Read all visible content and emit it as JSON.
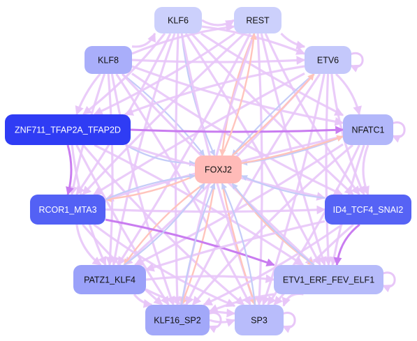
{
  "colors": {
    "edge_default": "#e8c6f8",
    "edge_strong": "#c97cf0",
    "edge_salmon": "#ffc4bc",
    "edge_blue": "#c4ccf8",
    "label_dark": "#111111",
    "label_light": "#ffffff"
  },
  "nodes": [
    {
      "id": "klf6",
      "label": "KLF6",
      "fill": "#ccd0fc",
      "text_color": "#111111"
    },
    {
      "id": "rest",
      "label": "REST",
      "fill": "#ccd0fc",
      "text_color": "#111111"
    },
    {
      "id": "klf8",
      "label": "KLF8",
      "fill": "#a9aefa",
      "text_color": "#111111"
    },
    {
      "id": "etv6",
      "label": "ETV6",
      "fill": "#c4c8fb",
      "text_color": "#111111"
    },
    {
      "id": "znf711",
      "label": "ZNF711_TFAP2A_TFAP2D",
      "fill": "#2f3cf4",
      "text_color": "#ffffff"
    },
    {
      "id": "nfatc1",
      "label": "NFATC1",
      "fill": "#b2b7fa",
      "text_color": "#111111"
    },
    {
      "id": "foxj2",
      "label": "FOXJ2",
      "fill": "#ffbbb8",
      "text_color": "#111111"
    },
    {
      "id": "rcor1",
      "label": "RCOR1_MTA3",
      "fill": "#5361f5",
      "text_color": "#ffffff"
    },
    {
      "id": "id4",
      "label": "ID4_TCF4_SNAI2",
      "fill": "#5663f5",
      "text_color": "#ffffff"
    },
    {
      "id": "patz1",
      "label": "PATZ1_KLF4",
      "fill": "#9aa1f9",
      "text_color": "#111111"
    },
    {
      "id": "etv1",
      "label": "ETV1_ERF_FEV_ELF1",
      "fill": "#b6bbfa",
      "text_color": "#111111"
    },
    {
      "id": "klf16",
      "label": "KLF16_SP2",
      "fill": "#a2a8f9",
      "text_color": "#111111"
    },
    {
      "id": "sp3",
      "label": "SP3",
      "fill": "#b8bcfb",
      "text_color": "#111111"
    }
  ],
  "edges": [
    [
      "klf8",
      "klf6",
      "d"
    ],
    [
      "klf8",
      "rest",
      "d"
    ],
    [
      "klf8",
      "etv6",
      "d"
    ],
    [
      "klf8",
      "nfatc1",
      "d"
    ],
    [
      "klf8",
      "foxj2",
      "b"
    ],
    [
      "klf8",
      "rcor1",
      "d"
    ],
    [
      "klf8",
      "id4",
      "d"
    ],
    [
      "klf8",
      "patz1",
      "d"
    ],
    [
      "klf8",
      "etv1",
      "d"
    ],
    [
      "klf8",
      "klf16",
      "d"
    ],
    [
      "klf8",
      "sp3",
      "d"
    ],
    [
      "klf8",
      "znf711",
      "d"
    ],
    [
      "klf6",
      "rest",
      "d"
    ],
    [
      "klf6",
      "etv6",
      "d"
    ],
    [
      "klf6",
      "nfatc1",
      "d"
    ],
    [
      "klf6",
      "foxj2",
      "b"
    ],
    [
      "klf6",
      "rcor1",
      "d"
    ],
    [
      "klf6",
      "id4",
      "d"
    ],
    [
      "klf6",
      "patz1",
      "d"
    ],
    [
      "klf6",
      "etv1",
      "d"
    ],
    [
      "klf6",
      "klf16",
      "d"
    ],
    [
      "klf6",
      "sp3",
      "d"
    ],
    [
      "klf6",
      "znf711",
      "d"
    ],
    [
      "rest",
      "etv6",
      "d"
    ],
    [
      "rest",
      "foxj2",
      "s"
    ],
    [
      "rest",
      "znf711",
      "d"
    ],
    [
      "rest",
      "rcor1",
      "d"
    ],
    [
      "rest",
      "id4",
      "d"
    ],
    [
      "rest",
      "patz1",
      "d"
    ],
    [
      "rest",
      "etv1",
      "d"
    ],
    [
      "rest",
      "klf16",
      "d"
    ],
    [
      "rest",
      "sp3",
      "d"
    ],
    [
      "etv6",
      "foxj2",
      "b"
    ],
    [
      "etv6",
      "znf711",
      "d"
    ],
    [
      "etv6",
      "nfatc1",
      "d"
    ],
    [
      "etv6",
      "rcor1",
      "d"
    ],
    [
      "etv6",
      "id4",
      "d"
    ],
    [
      "etv6",
      "patz1",
      "d"
    ],
    [
      "etv6",
      "etv1",
      "d"
    ],
    [
      "etv6",
      "klf16",
      "d"
    ],
    [
      "etv6",
      "sp3",
      "d"
    ],
    [
      "znf711",
      "nfatc1",
      "s+"
    ],
    [
      "znf711",
      "foxj2",
      "b"
    ],
    [
      "znf711",
      "rcor1",
      "s+"
    ],
    [
      "znf711",
      "id4",
      "d"
    ],
    [
      "znf711",
      "patz1",
      "d"
    ],
    [
      "znf711",
      "etv1",
      "d"
    ],
    [
      "znf711",
      "klf16",
      "d"
    ],
    [
      "znf711",
      "sp3",
      "d"
    ],
    [
      "nfatc1",
      "foxj2",
      "b"
    ],
    [
      "nfatc1",
      "rcor1",
      "d"
    ],
    [
      "nfatc1",
      "id4",
      "d"
    ],
    [
      "nfatc1",
      "patz1",
      "d"
    ],
    [
      "nfatc1",
      "etv1",
      "d"
    ],
    [
      "nfatc1",
      "klf16",
      "d"
    ],
    [
      "nfatc1",
      "sp3",
      "d"
    ],
    [
      "foxj2",
      "nfatc1",
      "s"
    ],
    [
      "foxj2",
      "etv1",
      "s"
    ],
    [
      "foxj2",
      "klf16",
      "s"
    ],
    [
      "foxj2",
      "sp3",
      "s"
    ],
    [
      "foxj2",
      "patz1",
      "s"
    ],
    [
      "foxj2",
      "rcor1",
      "s"
    ],
    [
      "foxj2",
      "etv6",
      "s"
    ],
    [
      "foxj2",
      "rest",
      "s"
    ],
    [
      "rcor1",
      "foxj2",
      "b"
    ],
    [
      "rcor1",
      "id4",
      "d"
    ],
    [
      "rcor1",
      "patz1",
      "d"
    ],
    [
      "rcor1",
      "etv1",
      "s+"
    ],
    [
      "rcor1",
      "klf16",
      "d"
    ],
    [
      "rcor1",
      "sp3",
      "d"
    ],
    [
      "id4",
      "foxj2",
      "b"
    ],
    [
      "id4",
      "patz1",
      "d"
    ],
    [
      "id4",
      "etv1",
      "s+"
    ],
    [
      "id4",
      "klf16",
      "d"
    ],
    [
      "id4",
      "sp3",
      "d"
    ],
    [
      "patz1",
      "foxj2",
      "b"
    ],
    [
      "patz1",
      "etv1",
      "d"
    ],
    [
      "patz1",
      "klf16",
      "d"
    ],
    [
      "patz1",
      "sp3",
      "d"
    ],
    [
      "etv1",
      "foxj2",
      "b"
    ],
    [
      "etv1",
      "klf16",
      "d"
    ],
    [
      "etv1",
      "sp3",
      "d"
    ],
    [
      "klf16",
      "foxj2",
      "b"
    ],
    [
      "klf16",
      "sp3",
      "d"
    ],
    [
      "sp3",
      "foxj2",
      "b"
    ]
  ],
  "self_loops": [
    "etv6",
    "nfatc1",
    "etv1",
    "sp3",
    "klf16"
  ]
}
